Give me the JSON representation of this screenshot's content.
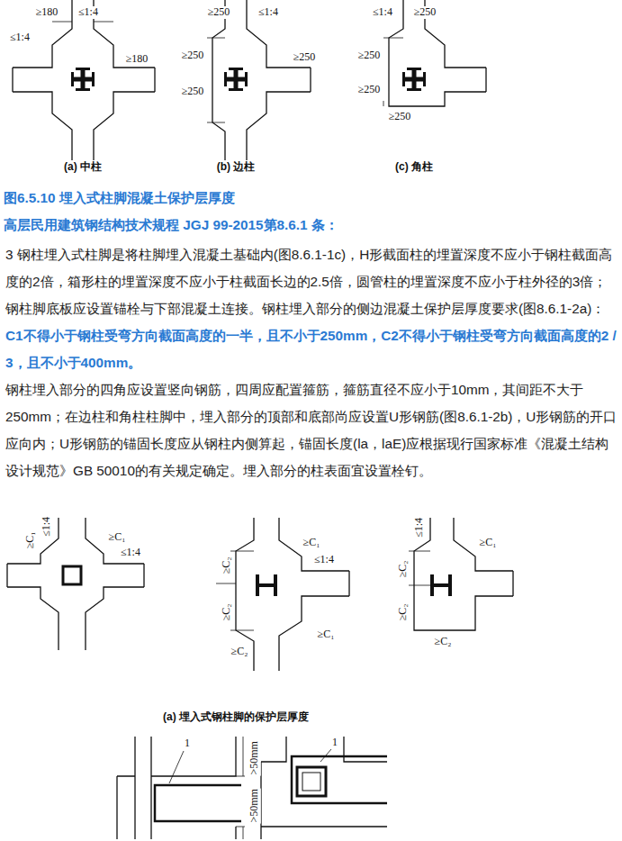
{
  "diagram": {
    "title": "高层民用建筑钢结构技术规程 JGJ 99-2015第8.6.1 条：",
    "caption": "图6.5.10 埋入式柱脚混凝土保护层厚度",
    "labels": [
      "≥180",
      "≤1:4",
      "≤1:4",
      "≥180",
      "(a) 中柱",
      "≥250",
      "≤1:4",
      "≥250",
      "≥250",
      "≥250",
      "(b) 边柱",
      "≤1:4",
      "≥250",
      "≥250",
      "≥250",
      "≥250",
      "(c) 角柱",
      "3 钢柱埋入式柱脚是将柱脚埋入混凝土基础内(图8.6.1-1c)，H形截面柱的埋置深度不应小于钢柱截面高度的2倍，箱形柱的埋置深度不应小于柱截面长边的2.5倍，圆管柱的埋置深度不应小于柱外径的3倍；钢柱脚底板应设置锚栓与下部混凝土连接。钢柱埋入部分的侧边混凝土保护层厚度要求(图8.6.1-2a)：",
      "C1不得小于钢柱受弯方向截面高度的一半，且不小于250mm，C2不得小于钢柱受弯方向截面高度的2 / 3，且不小于400mm。",
      "钢柱埋入部分的四角应设置竖向钢筋，四周应配置箍筋，箍筋直径不应小于10mm，其间距不大于250mm；在边柱和角柱柱脚中，埋入部分的顶部和底部尚应设置U形钢筋(图8.6.1-2b)，U形钢筋的开口应向内；U形钢筋的锚固长度应从钢柱内侧算起，锚固长度(la，laE)应根据现行国家标准《混凝土结构设计规范》GB 50010的有关规定确定。埋入部分的柱表面宜设置栓钉。",
      "≥C₁",
      "≤1:4",
      "≥C₁",
      "≤1:4",
      "≥C₂",
      "≥C₁",
      "≤1:4",
      "≥C₂",
      "≥C₂",
      "≥C₁",
      "≤1:4",
      "≥C₁",
      "≥C₂",
      "≥C₂",
      "≥C₂",
      "(a) 埋入式钢柱脚的保护层厚度",
      "1",
      ">50mm",
      ">50mm",
      "1"
    ]
  }
}
